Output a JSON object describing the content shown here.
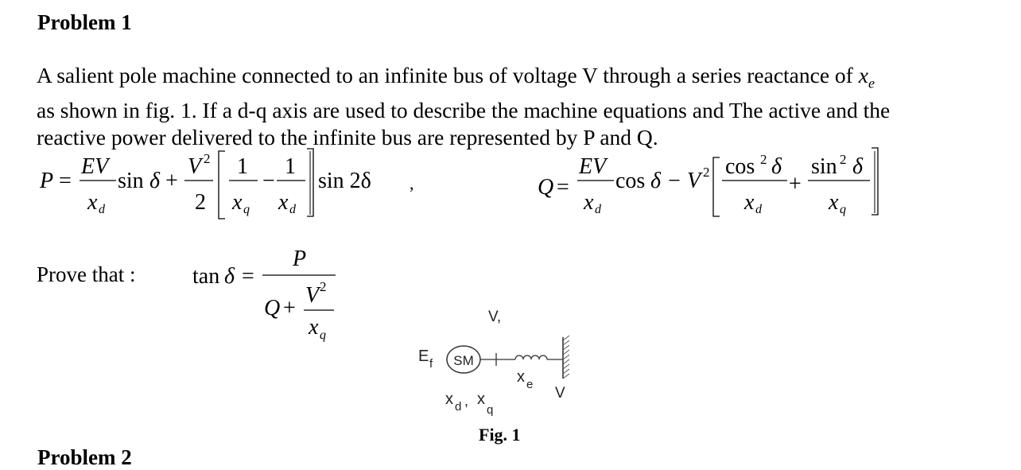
{
  "problem1": {
    "title": "Problem 1",
    "para": {
      "line1_main": "A salient pole machine connected to an infinite bus of voltage V through a series reactance of ",
      "line1_var": "x",
      "line1_sub": "e",
      "line2": "as shown in fig. 1. If a d-q axis are used to describe the machine equations and The active and the",
      "line3": "reactive power delivered to the infinite bus are represented by P and Q."
    },
    "eq_p": {
      "lhs": "P",
      "eq": "=",
      "ev": "EV",
      "xd_x": "x",
      "xd_sub": "d",
      "sin": "sin",
      "delta": "δ",
      "plus": "+",
      "v": "V",
      "sq": "2",
      "two": "2",
      "one_a": "1",
      "one_b": "1",
      "xq_x": "x",
      "xq_sub": "q",
      "minus": "−",
      "xd2_x": "x",
      "xd2_sub": "d",
      "sin2d": "sin 2δ"
    },
    "comma": ",",
    "eq_q": {
      "lhs": "Q",
      "eq": "=",
      "ev": "EV",
      "xd_x": "x",
      "xd_sub": "d",
      "cos": "cos",
      "delta": "δ",
      "minus": "−",
      "v": "V",
      "sq": "2",
      "cos_num": "cos",
      "sq2": "2",
      "delta2": "δ",
      "plus": "+",
      "sin_num": "sin",
      "sq3": "2",
      "delta3": "δ",
      "xd2_x": "x",
      "xd2_sub": "d",
      "xq_x": "x",
      "xq_sub": "q"
    },
    "prove": {
      "label": "Prove that :",
      "tan": "tan",
      "delta": "δ",
      "eq": "=",
      "num": "P",
      "q": "Q",
      "plus": "+",
      "v": "V",
      "sq": "2",
      "xq_x": "x",
      "xq_sub": "q"
    },
    "figure": {
      "vt": "V,",
      "ef": "E",
      "ef_sub": "f",
      "sm": "SM",
      "xe": "x",
      "xe_sub": "e",
      "v": "V",
      "xdxq_1": "x",
      "xdxq_1_sub": "d",
      "xdxq_sep": ",",
      "xdxq_2": "x",
      "xdxq_2_sub": "q",
      "caption": "Fig. 1"
    }
  },
  "problem2": {
    "title": "Problem 2"
  }
}
